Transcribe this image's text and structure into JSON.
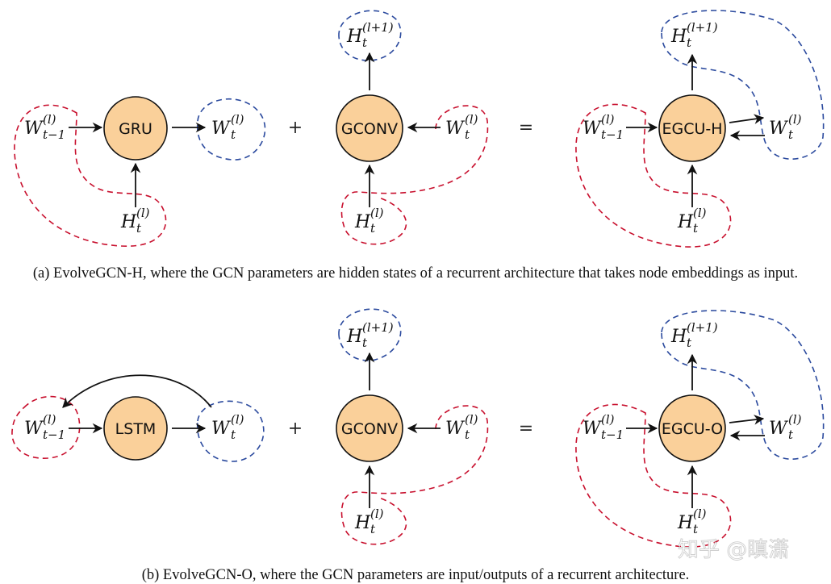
{
  "labels": {
    "w_prev_base": "W",
    "w_prev_sup": "(l)",
    "w_prev_sub": "t−1",
    "w_base": "W",
    "w_sup": "(l)",
    "w_sub": "t",
    "h_base": "H",
    "h_sup": "(l)",
    "h_sub": "t",
    "h_next_base": "H",
    "h_next_sup": "(l+1)",
    "h_next_sub": "t"
  },
  "panel_a": {
    "left_node": "GRU",
    "mid_node": "GCONV",
    "right_node": "EGCU-H",
    "plus": "+",
    "equals": "=",
    "caption": "(a) EvolveGCN-H, where the GCN parameters are hidden states of a recurrent architecture that takes node embeddings as input."
  },
  "panel_b": {
    "left_node": "LSTM",
    "mid_node": "GCONV",
    "right_node": "EGCU-O",
    "plus": "+",
    "equals": "=",
    "caption": "(b) EvolveGCN-O, where the GCN parameters are input/outputs of a recurrent architecture."
  },
  "watermark": "知乎 @瞋潇",
  "colors": {
    "node_fill": "#fad09a",
    "red_dashed": "#c8102e",
    "blue_dashed": "#2b4a9e"
  }
}
